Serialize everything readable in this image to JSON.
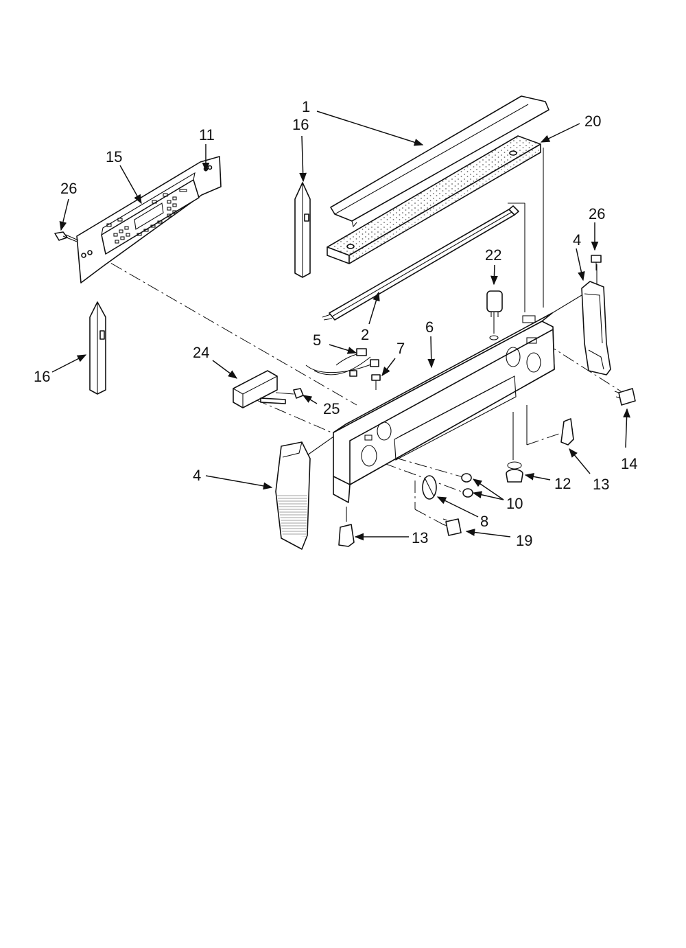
{
  "parts": {
    "p1": "1",
    "p2": "2",
    "p4a": "4",
    "p4b": "4",
    "p5": "5",
    "p6": "6",
    "p7": "7",
    "p8": "8",
    "p10": "10",
    "p11": "11",
    "p12": "12",
    "p13a": "13",
    "p13b": "13",
    "p14": "14",
    "p15": "15",
    "p16a": "16",
    "p16b": "16",
    "p19": "19",
    "p20": "20",
    "p22": "22",
    "p24": "24",
    "p25": "25",
    "p26a": "26",
    "p26b": "26"
  }
}
